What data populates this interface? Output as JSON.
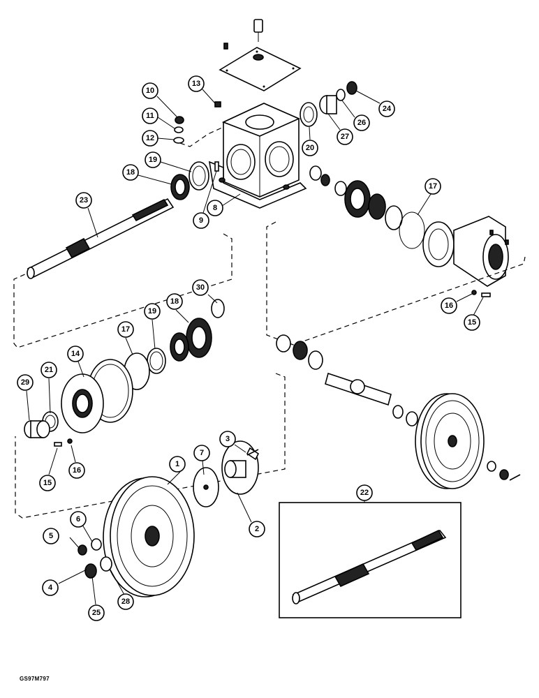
{
  "drawing_code": "GS97M797",
  "callouts": [
    {
      "id": "c10",
      "label": "10"
    },
    {
      "id": "c11",
      "label": "11"
    },
    {
      "id": "c12",
      "label": "12"
    },
    {
      "id": "c13",
      "label": "13"
    },
    {
      "id": "c19a",
      "label": "19"
    },
    {
      "id": "c18a",
      "label": "18"
    },
    {
      "id": "c23",
      "label": "23"
    },
    {
      "id": "c9",
      "label": "9"
    },
    {
      "id": "c8",
      "label": "8"
    },
    {
      "id": "c20",
      "label": "20"
    },
    {
      "id": "c27",
      "label": "27"
    },
    {
      "id": "c26",
      "label": "26"
    },
    {
      "id": "c24",
      "label": "24"
    },
    {
      "id": "c17a",
      "label": "17"
    },
    {
      "id": "c16a",
      "label": "16"
    },
    {
      "id": "c15a",
      "label": "15"
    },
    {
      "id": "c30",
      "label": "30"
    },
    {
      "id": "c18b",
      "label": "18"
    },
    {
      "id": "c19b",
      "label": "19"
    },
    {
      "id": "c17b",
      "label": "17"
    },
    {
      "id": "c14",
      "label": "14"
    },
    {
      "id": "c21",
      "label": "21"
    },
    {
      "id": "c29",
      "label": "29"
    },
    {
      "id": "c15b",
      "label": "15"
    },
    {
      "id": "c16b",
      "label": "16"
    },
    {
      "id": "c1",
      "label": "1"
    },
    {
      "id": "c7",
      "label": "7"
    },
    {
      "id": "c3",
      "label": "3"
    },
    {
      "id": "c2",
      "label": "2"
    },
    {
      "id": "c6",
      "label": "6"
    },
    {
      "id": "c5",
      "label": "5"
    },
    {
      "id": "c4",
      "label": "4"
    },
    {
      "id": "c25",
      "label": "25"
    },
    {
      "id": "c28",
      "label": "28"
    },
    {
      "id": "c22",
      "label": "22"
    }
  ]
}
